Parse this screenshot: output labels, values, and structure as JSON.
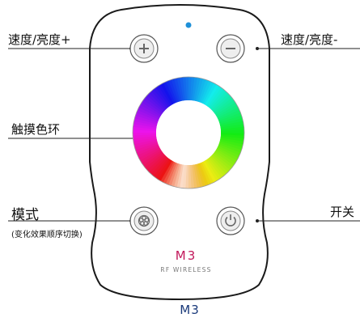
{
  "labels": {
    "speed_brightness_plus": "速度/亮度+",
    "speed_brightness_minus": "速度/亮度-",
    "touch_color_ring": "触摸色环",
    "mode": "模式",
    "mode_note": "(变化效果顺序切换)",
    "power": "开关"
  },
  "remote": {
    "brand_mark": "M3",
    "subtitle": "RF WIRELESS"
  },
  "caption": "M3",
  "icons": {
    "plus": "plus-icon",
    "minus": "minus-icon",
    "mode": "flower-mode-icon",
    "power": "power-icon"
  },
  "colors": {
    "indicator": "#1e90d8",
    "brand": "#c2185b",
    "caption": "#1a3a7a"
  }
}
